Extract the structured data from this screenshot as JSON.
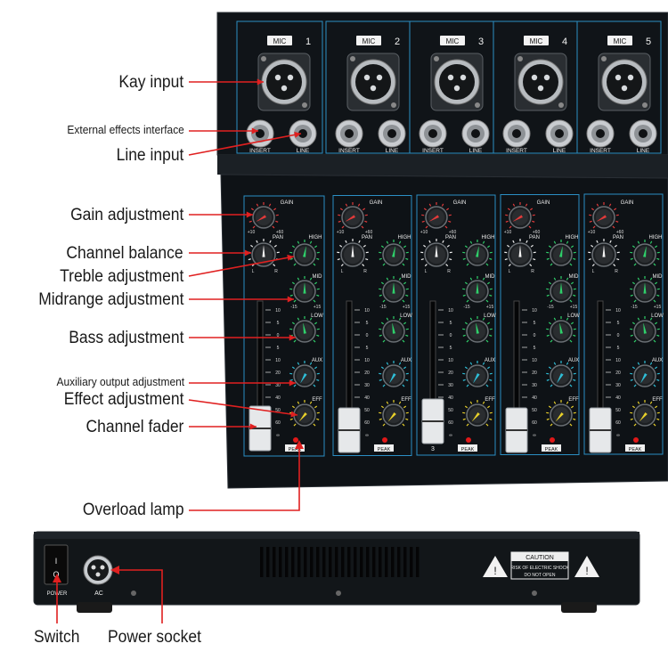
{
  "top_labels": {
    "key_input": "Kay input",
    "external_effects": "External effects interface",
    "line_input": "Line input",
    "gain": "Gain adjustment",
    "channel_balance": "Channel balance",
    "treble": "Treble adjustment",
    "midrange": "Midrange adjustment",
    "bass": "Bass adjustment",
    "aux_output": "Auxiliary output adjustment",
    "effect": "Effect adjustment",
    "channel_fader": "Channel fader",
    "overload_lamp": "Overload lamp"
  },
  "bottom_labels": {
    "switch": "Switch",
    "power_socket": "Power socket"
  },
  "mixer": {
    "channels": [
      {
        "mic_label": "MIC",
        "number": "1"
      },
      {
        "mic_label": "MIC",
        "number": "2"
      },
      {
        "mic_label": "MIC",
        "number": "3"
      },
      {
        "mic_label": "MIC",
        "number": "4"
      },
      {
        "mic_label": "MIC",
        "number": "5"
      }
    ],
    "insert_label": "INSERT",
    "line_label": "LINE",
    "gain_label": "GAIN",
    "pan_label": "PAN",
    "high_label": "HIGH",
    "mid_label": "MID",
    "low_label": "LOW",
    "aux_label": "AUX",
    "eff_label": "EFF",
    "peak_label": "PEAK",
    "gain_min": "+10",
    "gain_max": "+60",
    "eq_min": "-15",
    "eq_max": "+15",
    "pan_l": "L",
    "pan_r": "R",
    "fader_scale": [
      "10",
      "5",
      "0",
      "5",
      "10",
      "20",
      "30",
      "40",
      "50",
      "60",
      "∞"
    ],
    "fader_cap_number": "3"
  },
  "rear_panel": {
    "power_on": "I",
    "power_off": "O",
    "power_label": "POWER",
    "ac_label": "AC",
    "caution_title": "CAUTION",
    "caution_line1": "RISK OF ELECTRIC SHOCK",
    "caution_line2": "DO NOT OPEN"
  },
  "colors": {
    "panel": "#0e1216",
    "accent_line": "#2b8fc4",
    "arrow": "#e02020",
    "knob_gain": "#e23a3a",
    "knob_eq": "#2fd06a",
    "knob_aux": "#2fbfd8",
    "knob_eff": "#e8d02a"
  }
}
